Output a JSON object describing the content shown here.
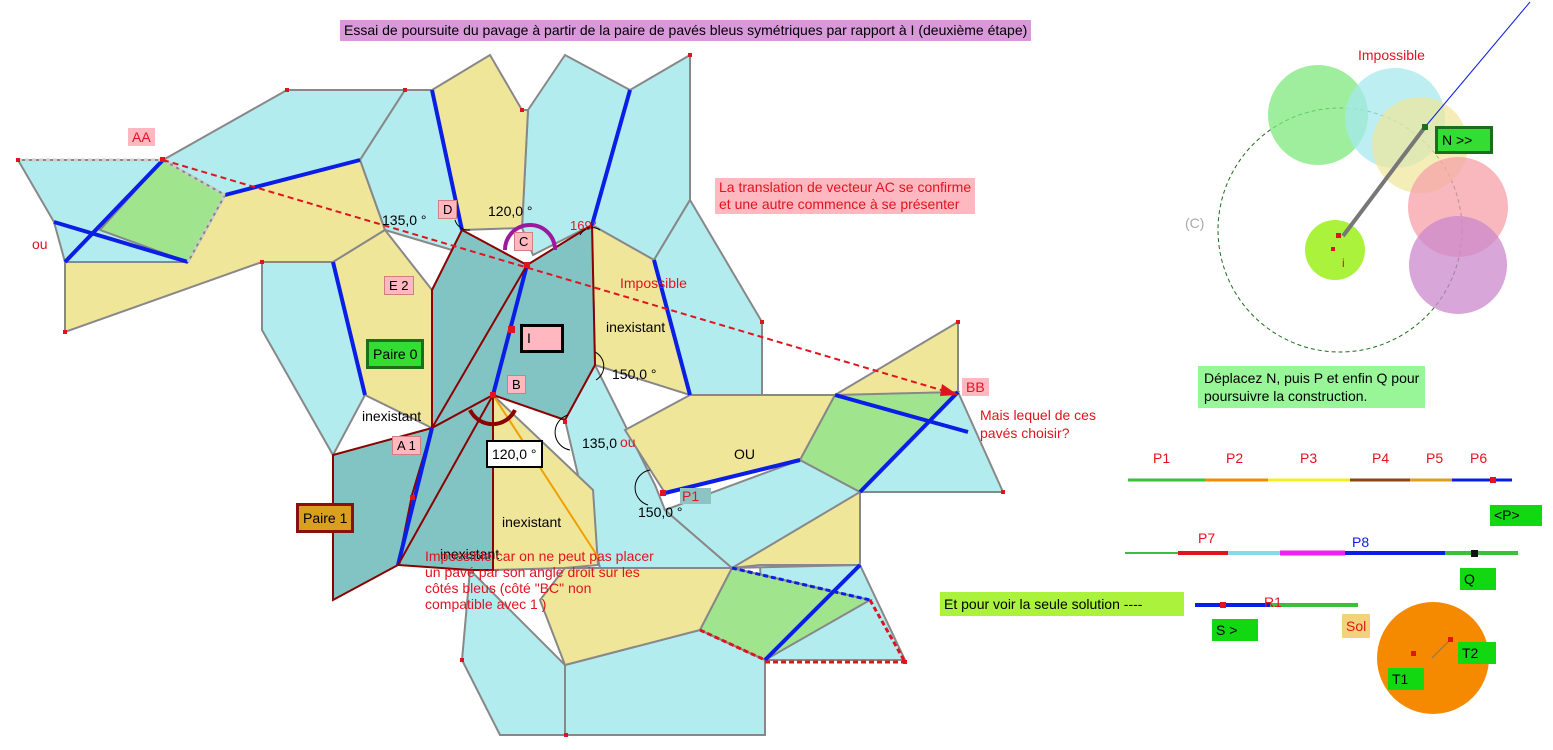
{
  "title": "Essai de poursuite du pavage à partir de la paire de pavés bleus symétriques par rapport à I (deuxième étape)",
  "translation_note": {
    "line1": "La translation de vecteur AC se confirme",
    "line2": "et une autre commence à se présenter"
  },
  "points": {
    "AA": "AA",
    "BB": "BB",
    "D": "D",
    "C": "C",
    "E2": "E 2",
    "B": "B",
    "A1": "A 1",
    "I": "I",
    "P1": "P1",
    "i": "i"
  },
  "angles": {
    "a135_top": "135,0 °",
    "a120_top": "120,0 °",
    "a150_mid": "150,0 °",
    "a135_mid": "135,0",
    "a150_low": "150,0 °",
    "a120_box": "120,0 °",
    "a169": "169°"
  },
  "words": {
    "ou_left": "ou",
    "ou_mid": "ou",
    "ou_caps": "OU",
    "impossible_mid": "Impossible",
    "impossible_top": "Impossible",
    "inexistant_1": "inexistant",
    "inexistant_2": "inexistant",
    "inexistant_3": "inexistant",
    "inexistant_4": "inexistant"
  },
  "question": {
    "line1": "Mais lequel de ces",
    "line2": "pavés choisir?"
  },
  "buttons": {
    "paire0": "Paire 0",
    "paire1": "Paire 1",
    "N": "N >>",
    "P": "<P>",
    "Q": "Q",
    "S": "S >",
    "T1": "T1",
    "T2": "T2"
  },
  "impossible_note": {
    "line1": "Impossible car on ne peut pas placer",
    "line2": "un pavé par son angle droit sur les",
    "line3": "côtés bleus (côté \"BC\"  non",
    "line4": "compatible avec 1 )"
  },
  "circle_label": "(C)",
  "instruction": {
    "line1": "Déplacez N, puis P et enfin Q pour",
    "line2": "poursuivre la construction."
  },
  "sliders": {
    "P1": "P1",
    "P2": "P2",
    "P3": "P3",
    "P4": "P4",
    "P5": "P5",
    "P6": "P6",
    "P7": "P7",
    "P8": "P8",
    "R1": "R1"
  },
  "solution_prompt": "Et pour voir la seule solution ----",
  "sol_label": "Sol",
  "colors": {
    "yellow": "#f0e69a",
    "cyan": "#b3ecee",
    "teal": "#82c4c4",
    "green": "#a0e58e",
    "blue": "#0a1ee6",
    "darkred": "#8b0000",
    "gray": "#888888",
    "red": "#e0141e"
  }
}
